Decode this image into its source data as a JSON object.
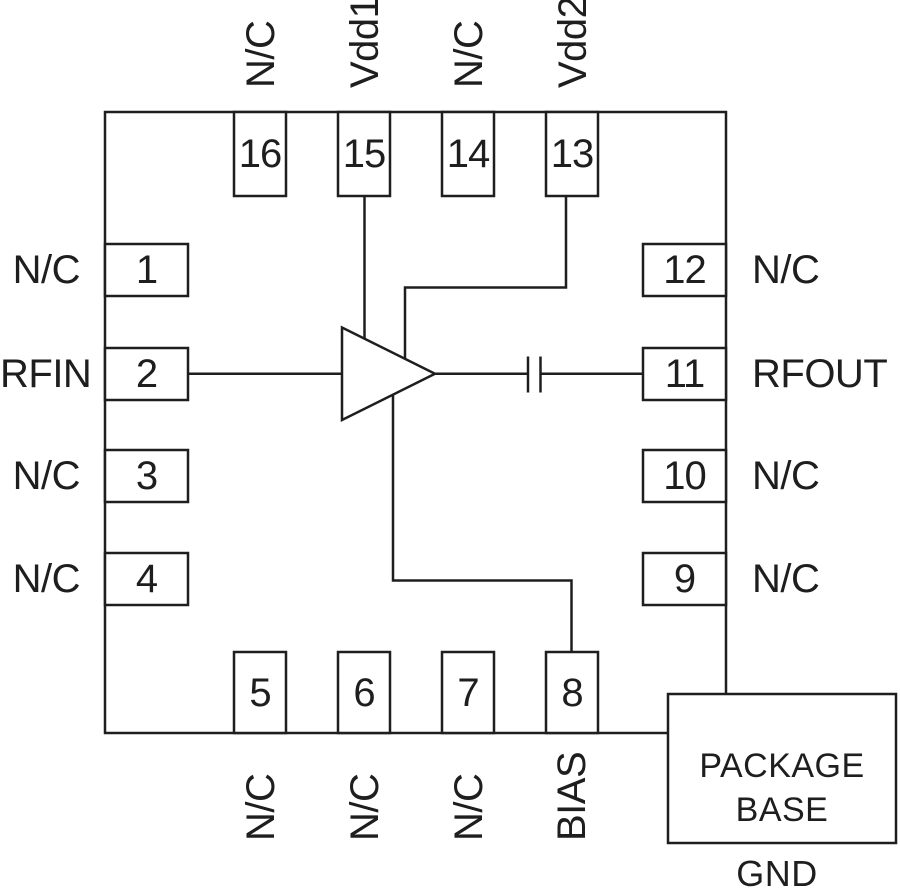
{
  "diagram": {
    "pins": {
      "top": [
        {
          "number": "16",
          "label": "N/C"
        },
        {
          "number": "15",
          "label": "Vdd1"
        },
        {
          "number": "14",
          "label": "N/C"
        },
        {
          "number": "13",
          "label": "Vdd2"
        }
      ],
      "left": [
        {
          "number": "1",
          "label": "N/C"
        },
        {
          "number": "2",
          "label": "RFIN"
        },
        {
          "number": "3",
          "label": "N/C"
        },
        {
          "number": "4",
          "label": "N/C"
        }
      ],
      "right": [
        {
          "number": "12",
          "label": "N/C"
        },
        {
          "number": "11",
          "label": "RFOUT"
        },
        {
          "number": "10",
          "label": "N/C"
        },
        {
          "number": "9",
          "label": "N/C"
        }
      ],
      "bottom": [
        {
          "number": "5",
          "label": "N/C"
        },
        {
          "number": "6",
          "label": "N/C"
        },
        {
          "number": "7",
          "label": "N/C"
        },
        {
          "number": "8",
          "label": "BIAS"
        }
      ]
    },
    "package_base": {
      "line1": "PACKAGE",
      "line2": "BASE",
      "ground_label": "GND"
    },
    "colors": {
      "line": "#1e1e1e",
      "background": "#ffffff"
    }
  }
}
